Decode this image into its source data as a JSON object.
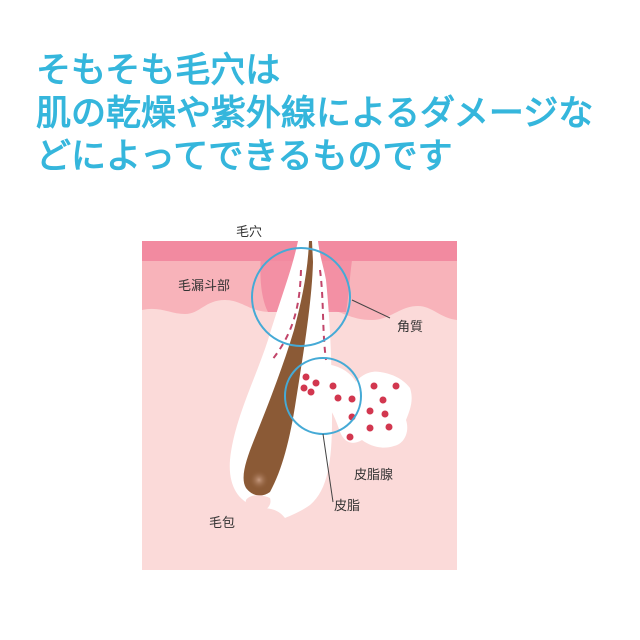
{
  "headline": {
    "lines": [
      "そもそも毛穴は",
      "肌の乾燥や紫外線によるダメージな",
      "どによってできるものです"
    ],
    "color": "#35b6dc"
  },
  "diagram": {
    "labels": {
      "pore": "毛穴",
      "funnel": "毛漏斗部",
      "keratin": "角質",
      "sebaceous_gland": "皮脂腺",
      "sebum": "皮脂",
      "follicle": "毛包"
    },
    "colors": {
      "stratum_top": "#f28aa0",
      "epidermis": "#f8b3ba",
      "dermis": "#fbdad9",
      "hair": "#8b5a36",
      "highlight_circle": "#45aad6",
      "sebum_dot": "#d2374f",
      "dashed_line": "#c2456a"
    }
  }
}
